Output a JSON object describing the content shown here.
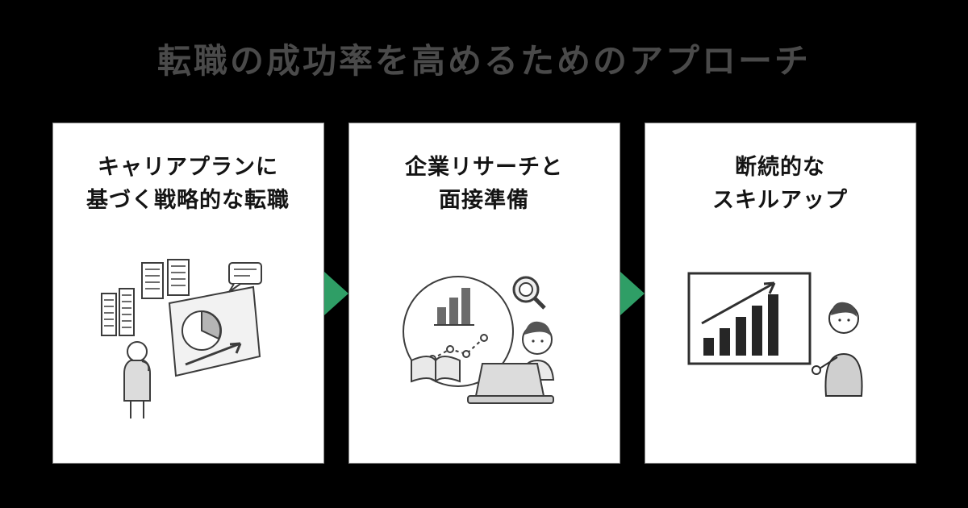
{
  "theme": {
    "page-bg": "#000000",
    "card-bg": "#ffffff",
    "title-color": "#4a4a4a",
    "heading-color": "#141414",
    "arrow-color": "#2f9e66",
    "card-border": "#8a8a8a"
  },
  "page": {
    "title": "転職の成功率を高めるためのアプローチ"
  },
  "cards": [
    {
      "title_line1": "キャリアプランに",
      "title_line2": "基づく戦略的な転職",
      "illustration": "career-plan-illustration"
    },
    {
      "title_line1": "企業リサーチと",
      "title_line2": "面接準備",
      "illustration": "company-research-illustration"
    },
    {
      "title_line1": "断続的な",
      "title_line2": "スキルアップ",
      "illustration": "skill-up-illustration"
    }
  ],
  "icons": {
    "arrow": "right-arrow-icon"
  }
}
